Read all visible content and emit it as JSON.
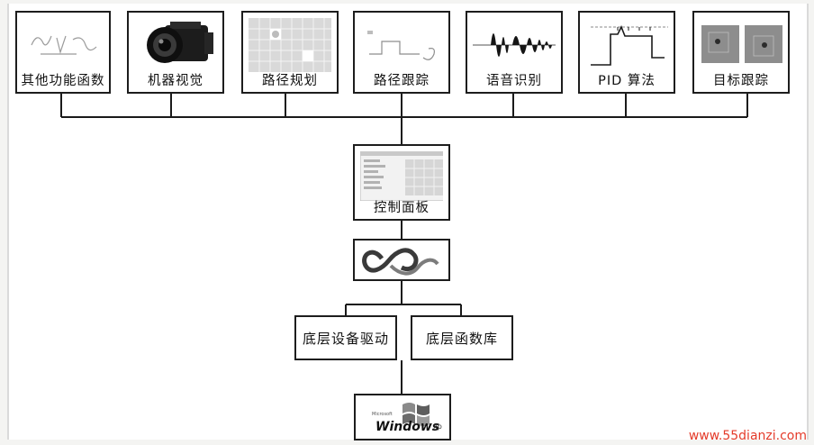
{
  "modules": {
    "other_functions": "其他功能函数",
    "machine_vision": "机器视觉",
    "path_planning": "路径规划",
    "path_tracking": "路径跟踪",
    "speech_recognition": "语音识别",
    "pid_algorithm": "PID 算法",
    "target_tracking": "目标跟踪"
  },
  "control_panel": "控制面板",
  "middleware_icon": "infinity-link-icon",
  "drivers": {
    "device_drivers": "底层设备驱动",
    "function_library": "底层函数库"
  },
  "os": {
    "name": "Windows",
    "suffix": "xp",
    "small_text": "Microsoft"
  },
  "watermark": "www.55dianzi.com"
}
